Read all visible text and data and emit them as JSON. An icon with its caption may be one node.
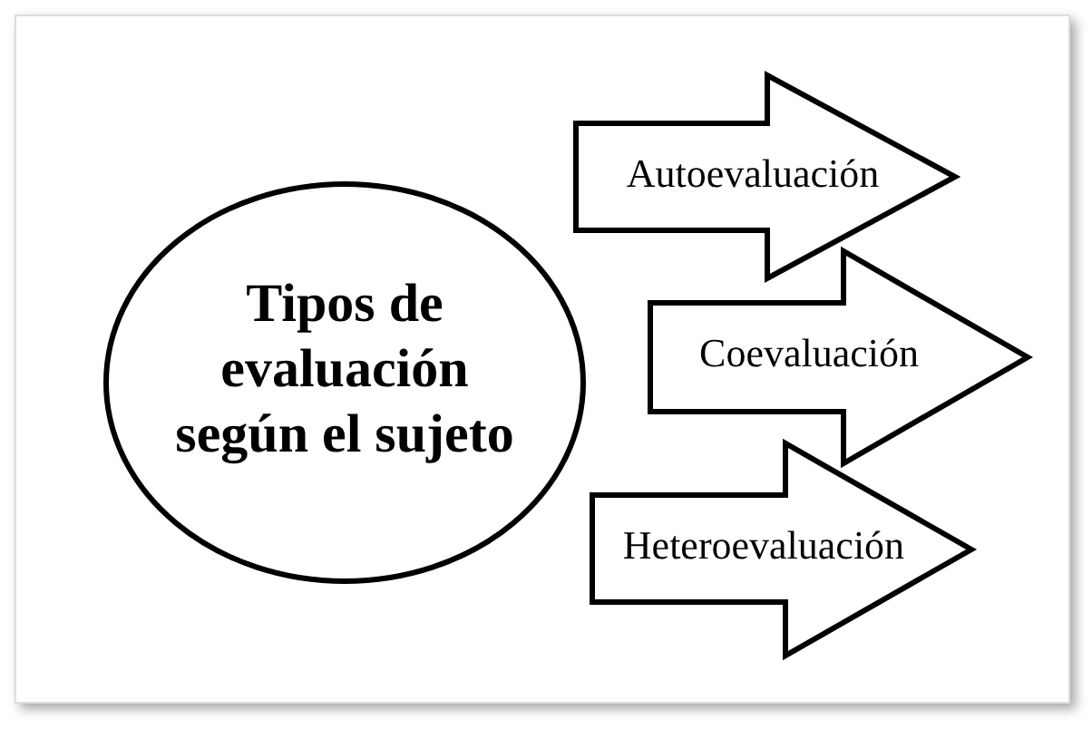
{
  "diagram": {
    "nodes": [
      {
        "text": [
          "Tipos de evaluación según el sujeto"
        ]
      },
      {
        "text": [
          "Autoevaluación"
        ]
      },
      {
        "text": [
          "Coevaluación"
        ]
      },
      {
        "text": [
          "Heteroevaluación"
        ]
      }
    ]
  }
}
